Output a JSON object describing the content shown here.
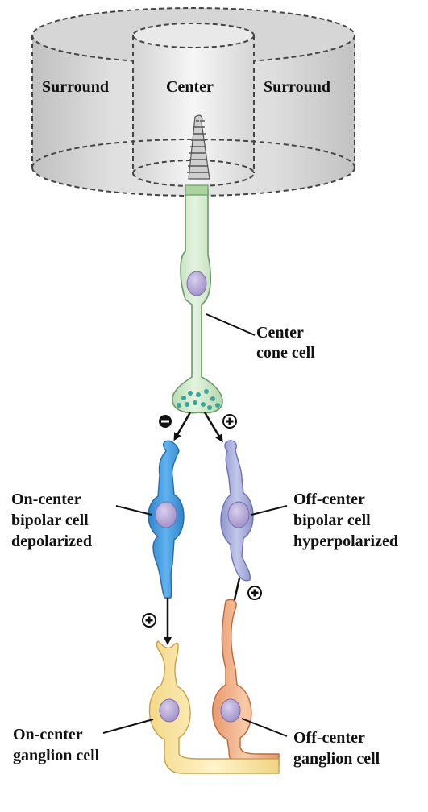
{
  "receptive_field": {
    "surround_left": "Surround",
    "center": "Center",
    "surround_right": "Surround"
  },
  "labels": {
    "cone_line1": "Center",
    "cone_line2": "cone cell",
    "on_bipolar_line1": "On-center",
    "on_bipolar_line2": "bipolar cell",
    "on_bipolar_line3": "depolarized",
    "off_bipolar_line1": "Off-center",
    "off_bipolar_line2": "bipolar cell",
    "off_bipolar_line3": "hyperpolarized",
    "on_ganglion_line1": "On-center",
    "on_ganglion_line2": "ganglion cell",
    "off_ganglion_line1": "Off-center",
    "off_ganglion_line2": "ganglion cell"
  },
  "signs": {
    "cone_to_on_bipolar": "−",
    "cone_to_off_bipolar": "+",
    "on_bipolar_to_ganglion": "+",
    "off_bipolar_to_ganglion": "+"
  },
  "colors": {
    "cylinder_fill": "#d9d9d9",
    "cone_fill": "#cfe8c8",
    "cone_stroke": "#6a9a66",
    "vesicle": "#3aa59b",
    "nucleus": "#b7a8d6",
    "on_bipolar": "#4a9fe0",
    "off_bipolar": "#a9b0dc",
    "on_ganglion": "#fbe8a6",
    "off_ganglion": "#f2b48a",
    "text": "#111111"
  }
}
